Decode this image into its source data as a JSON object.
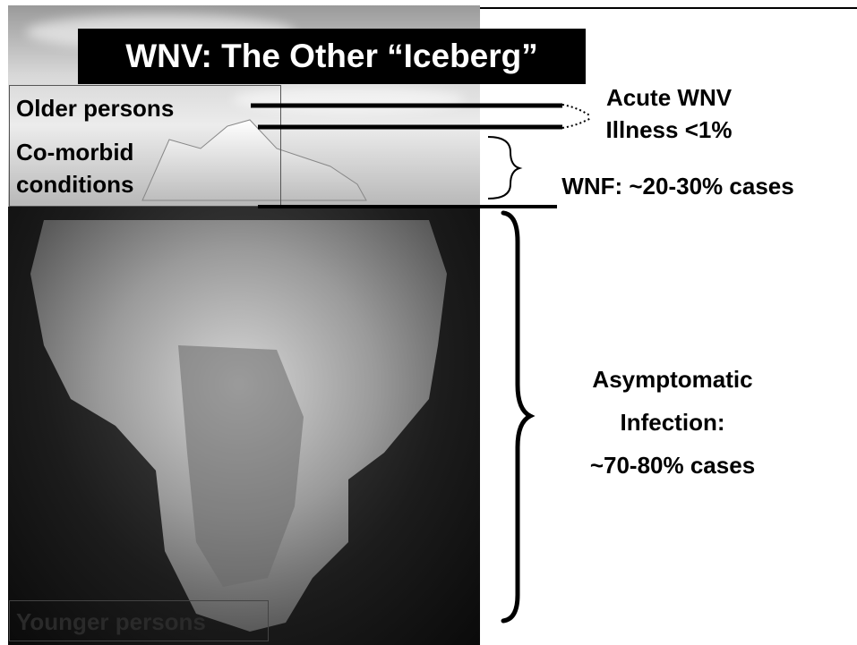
{
  "slide": {
    "title": "WNV: The Other “Iceberg”"
  },
  "left_labels": {
    "older": "Older persons",
    "comorbid_line1": "Co-morbid",
    "comorbid_line2": "conditions",
    "younger": "Younger persons"
  },
  "right_labels": {
    "acute_line1": "Acute WNV",
    "acute_line2": "Illness <1%",
    "wnf": "WNF: ~20-30% cases",
    "asym_line1": "Asymptomatic",
    "asym_line2": "Infection:",
    "asym_line3": "~70-80% cases"
  }
}
